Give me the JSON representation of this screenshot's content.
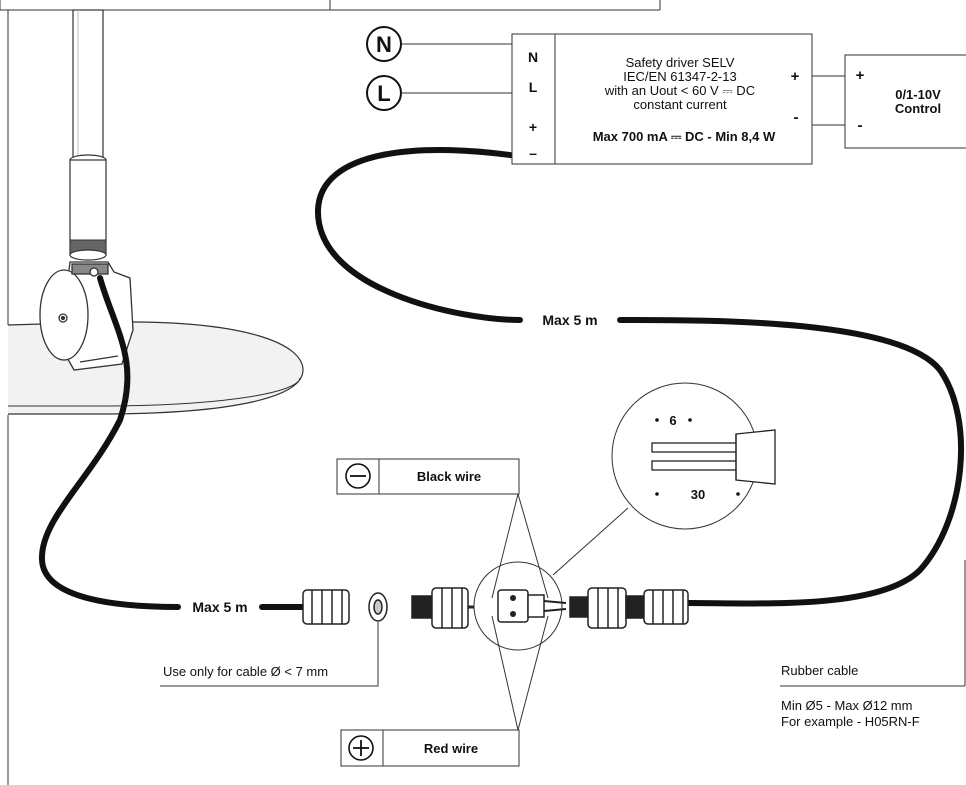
{
  "phase_labels": {
    "neutral": "N",
    "live": "L"
  },
  "driver": {
    "terminals": {
      "n": "N",
      "l": "L",
      "plus": "+",
      "minus": "–"
    },
    "line1": "Safety driver SELV",
    "line2": "IEC/EN 61347-2-13",
    "line3": "with an Uout < 60 V ⎓ DC",
    "line4": "constant current",
    "rating": "Max 700 mA ⎓ DC - Min 8,4 W",
    "out_plus": "+",
    "out_minus": "-"
  },
  "control": {
    "plus": "+",
    "minus": "-",
    "line1": "0/1-10V",
    "line2": "Control"
  },
  "cable_upper_label": "Max 5 m",
  "cable_lower_label": "Max 5 m",
  "strip_detail": {
    "dim_short": "6",
    "dim_long": "30"
  },
  "black_wire": {
    "symbol": "minus-circle-icon",
    "label": "Black wire"
  },
  "red_wire": {
    "symbol": "plus-circle-icon",
    "label": "Red wire"
  },
  "seal_note": "Use only for cable Ø < 7 mm",
  "rubber_cable": {
    "title": "Rubber cable",
    "line1": "Min Ø5 - Max Ø12 mm",
    "line2": "For example - H05RN-F"
  },
  "colors": {
    "cable": "#111111",
    "line": "#333333",
    "base_fill": "#f2f2f2"
  }
}
